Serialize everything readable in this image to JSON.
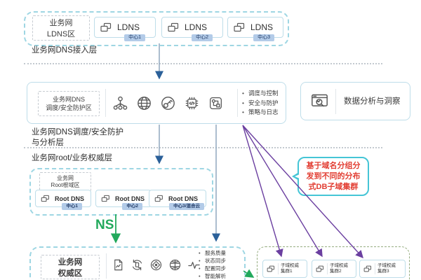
{
  "colors": {
    "zone_border": "#9ed6e3",
    "box_border": "#bedde9",
    "badge_bg": "#b3cbe8",
    "badge_text": "#1f3864",
    "arrow_line": "#90a7bd",
    "arrow_head_blue": "#2b6099",
    "green": "#22a95c",
    "purple": "#6b3fa0",
    "red": "#e23d32",
    "callout_border": "#45c5d6",
    "subdomain_zone_border": "#96ad80"
  },
  "ldns_zone": {
    "label": "业务网\nLDNS区",
    "nodes": [
      {
        "name": "LDNS",
        "badge": "中心1"
      },
      {
        "name": "LDNS",
        "badge": "中心2"
      },
      {
        "name": "LDNS",
        "badge": "中心3"
      }
    ]
  },
  "access_layer_label": "业务网DNS接入层",
  "dispatch_layer": {
    "zone_label": "业务网DNS\n调度/安全防护区",
    "icons": [
      "hierarchy-icon",
      "globe-icon",
      "key-security-icon",
      "chip-icon",
      "workflow-icon"
    ],
    "bullets": [
      "调度与控制",
      "安全与防护",
      "策略与日志"
    ],
    "layer_label": "业务网DNS调度/安全防护\n与分析层"
  },
  "analytics_box": {
    "icon": "report-analysis-icon",
    "label": "数据分析与洞察"
  },
  "root_layer_label": "业务网root/业务权威层",
  "root_zone": {
    "label": "业务网\nRoot根域区",
    "nodes": [
      {
        "name": "Root DNS",
        "badge": "中心1"
      },
      {
        "name": "Root DNS",
        "badge": "中心2"
      },
      {
        "name": "Root DNS",
        "badge": "中心3/混合云"
      }
    ]
  },
  "ns_arrow_label": "NS",
  "auth_zone": {
    "label": "业务网\n权威区",
    "icons": [
      "doc-report-icon",
      "sync-icon",
      "target-icon",
      "globe-grid-icon",
      "pulse-icon"
    ],
    "bullets": [
      "服务质量",
      "状态同步",
      "配置同步",
      "智能解析"
    ]
  },
  "callout": {
    "text": "基于域名分组分\n发到不同的分布\n式DB子域集群"
  },
  "subdomain_zone": {
    "nodes": [
      {
        "line1": "子域权威",
        "line2": "集群1"
      },
      {
        "line1": "子域权威",
        "line2": "集群2"
      },
      {
        "line1": "子域权威",
        "line2": "集群3"
      }
    ]
  }
}
